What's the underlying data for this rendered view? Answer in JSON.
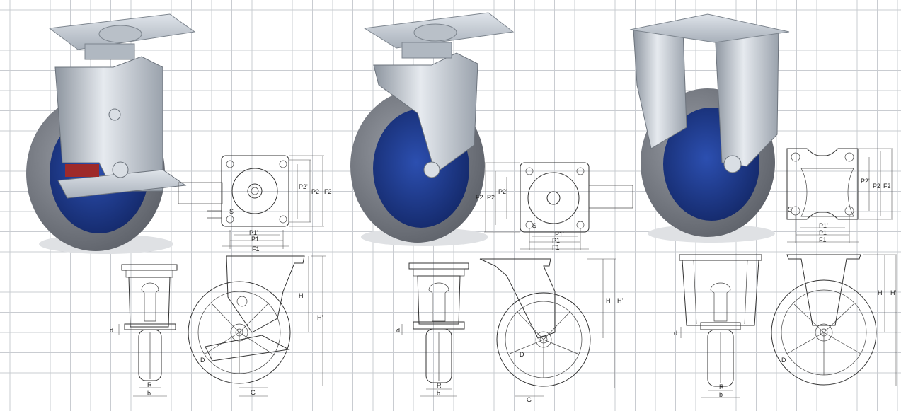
{
  "colors": {
    "grid": "#c9ccd1",
    "plate": "#c5ccd3",
    "steel_light": "#dfe4ea",
    "steel_dark": "#8d959f",
    "tire": "#7d8189",
    "tire_dark": "#5e626a",
    "hub": "#1f3c8f",
    "hub_dark": "#152b6a",
    "brake_red": "#9e2a2a"
  },
  "casters": [
    {
      "type": "swivel-with-brake",
      "plan": {
        "labels": [
          "P2'",
          "P2",
          "F2",
          "P1'",
          "P1",
          "F1",
          "S"
        ]
      },
      "front": {
        "labels": [
          "d",
          "R",
          "b"
        ]
      },
      "side": {
        "labels": [
          "H",
          "H'",
          "D",
          "G"
        ]
      }
    },
    {
      "type": "swivel",
      "plan": {
        "labels": [
          "F2",
          "P2",
          "P2'",
          "S",
          "P1'",
          "P1",
          "F1"
        ]
      },
      "front": {
        "labels": [
          "d",
          "R",
          "b"
        ]
      },
      "side": {
        "labels": [
          "H",
          "H'",
          "D",
          "G"
        ]
      }
    },
    {
      "type": "fixed",
      "plan": {
        "labels": [
          "P2'",
          "P2",
          "F2",
          "S",
          "P1'",
          "P1",
          "F1"
        ]
      },
      "front": {
        "labels": [
          "d",
          "R",
          "b"
        ]
      },
      "side": {
        "labels": [
          "H",
          "H'",
          "D"
        ]
      }
    }
  ]
}
